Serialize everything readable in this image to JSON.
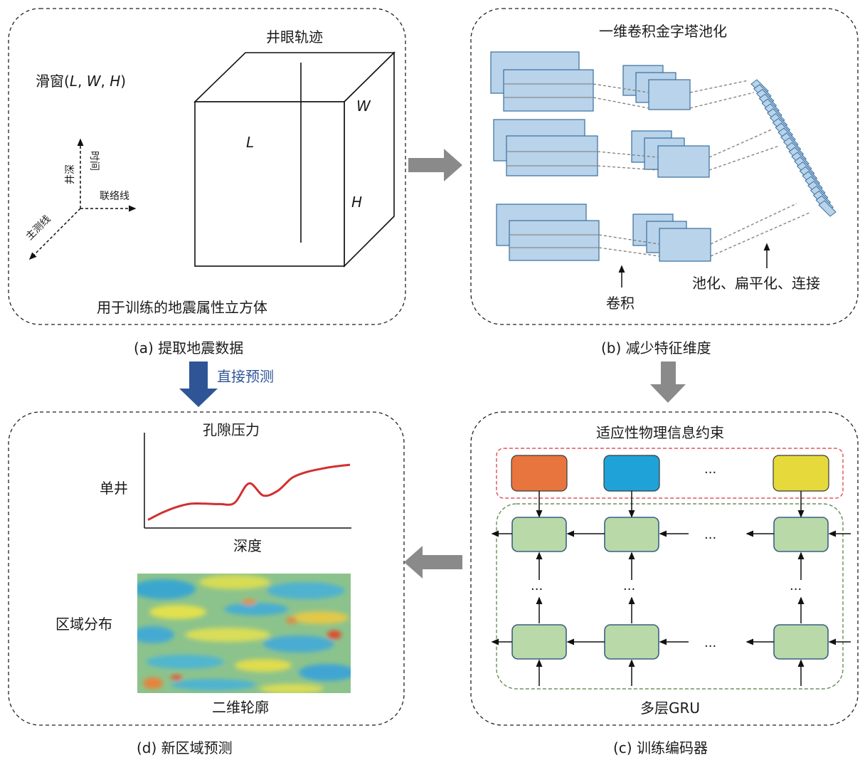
{
  "panel_a": {
    "window_label": "滑窗(",
    "window_L": "L",
    "window_W": "W",
    "window_H": "H",
    "cube_title": "井眼轨迹",
    "cube_L": "L",
    "cube_W": "W",
    "cube_H": "H",
    "axis_depth": "井深",
    "axis_time": "时间",
    "axis_crossline": "联络线",
    "axis_inline": "主测线",
    "footer": "用于训练的地震属性立方体",
    "caption": "(a) 提取地震数据"
  },
  "panel_b": {
    "title": "一维卷积金字塔池化",
    "conv_label": "卷积",
    "pool_label": "池化、扁平化、连接",
    "caption": "(b) 减少特征维度"
  },
  "panel_c": {
    "title": "适应性物理信息约束",
    "ellipsis": "···",
    "footer": "多层GRU",
    "caption": "(c) 训练编码器",
    "colors": {
      "input_1": "#e8753d",
      "input_2": "#1fa2d8",
      "input_3": "#e6d93c",
      "gru": "#b9d9a8"
    }
  },
  "panel_d": {
    "title": "孔隙压力",
    "y_label": "单井",
    "x_label": "深度",
    "map_label": "区域分布",
    "map_caption": "二维轮廓",
    "caption": "(d) 新区域预测"
  },
  "direct_prediction": "直接预测",
  "chart_data": {
    "type": "line",
    "title": "孔隙压力",
    "xlabel": "深度",
    "ylabel": "单井",
    "x": [
      0,
      1,
      2,
      3,
      4,
      5,
      6,
      7,
      8,
      9,
      10,
      11,
      12,
      13,
      14
    ],
    "y": [
      1.0,
      1.9,
      2.6,
      3.0,
      3.0,
      2.95,
      3.1,
      5.5,
      4.0,
      4.6,
      6.2,
      6.9,
      7.3,
      7.6,
      7.8
    ],
    "ylim": [
      0,
      10
    ],
    "color": "#d32f2f"
  }
}
